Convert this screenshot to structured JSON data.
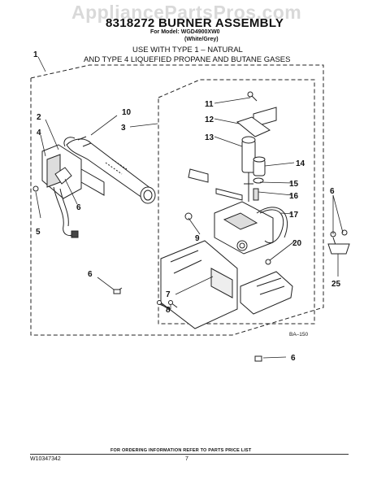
{
  "header": {
    "watermark": "AppliancePartsPros.com",
    "title": "8318272 BURNER ASSEMBLY",
    "model_line": "For Model: WGD4900XW0",
    "color_line": "(White/Grey)",
    "use_line_1": "USE WITH TYPE 1 –   NATURAL",
    "use_line_2": "AND TYPE 4    LIQUEFIED PROPANE AND BUTANE GASES"
  },
  "callouts": [
    "1",
    "2",
    "3",
    "4",
    "5",
    "6",
    "6",
    "6",
    "6",
    "7",
    "8",
    "9",
    "10",
    "11",
    "12",
    "13",
    "14",
    "15",
    "16",
    "17",
    "20",
    "25"
  ],
  "illustration_code": "BA–150",
  "footer": {
    "info": "FOR ORDERING INFORMATION REFER TO PARTS PRICE LIST",
    "doc_number": "W10347342",
    "page": "7"
  }
}
